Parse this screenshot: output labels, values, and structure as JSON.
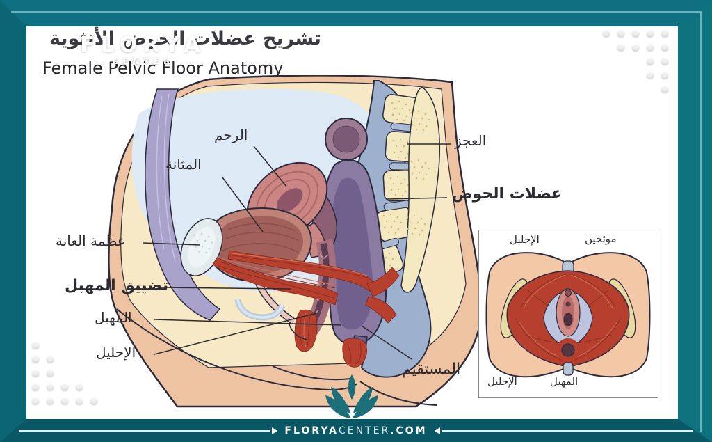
{
  "header": {
    "title_ar": "تشريح عضلات الحوض الأنثوية",
    "title_en": "Female Pelvic Floor Anatomy"
  },
  "watermark": {
    "line1": "FLORYA",
    "line2": "CENTER"
  },
  "diagram_labels": {
    "uterus": "الرحم",
    "bladder": "المثانة",
    "sacrum": "العجز",
    "pelvic_muscles": "عضلات الحوض",
    "pubic_bone": "عظمة العانة",
    "vaginal_tightening": "تضييق المهبل",
    "vagina": "المهبل",
    "urethra": "الإحليل",
    "rectum": "المستقيم"
  },
  "inset_labels": {
    "urethra_top": "الإحليل",
    "muscles_right": "موئجين",
    "urethra_bottom": "الإحليل",
    "vagina_bottom": "المهبل"
  },
  "footer": {
    "brand_bold": "FLORYA",
    "brand_light": "CENTER",
    "tld": ".COM"
  },
  "colors": {
    "frame_teal": "#0e7080",
    "frame_teal_dark": "#0a5865",
    "logo_teal": "#1c6e78",
    "skin": "#eec3a2",
    "muscle_red": "#b6402d",
    "organ_purple": "#8b7ba3",
    "bone_cream": "#f4e8c0"
  }
}
